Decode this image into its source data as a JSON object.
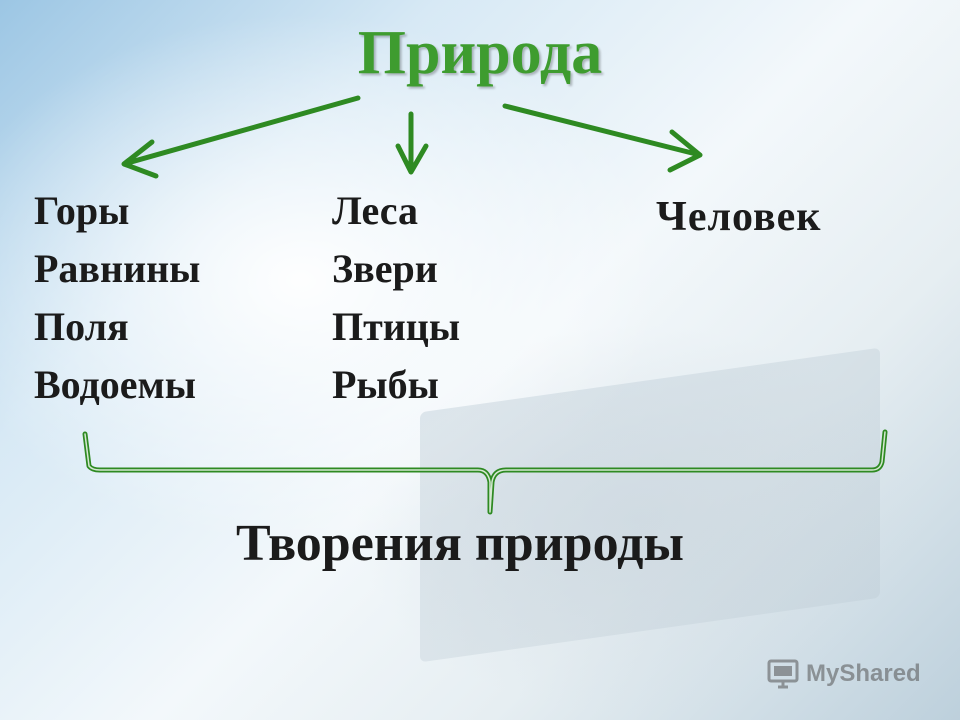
{
  "title": "Природа",
  "columns": [
    {
      "items": [
        "Горы",
        "Равнины",
        "Поля",
        "Водоемы"
      ]
    },
    {
      "items": [
        "Леса",
        "Звери",
        "Птицы",
        "Рыбы"
      ]
    },
    {
      "items": [
        "Человек"
      ]
    }
  ],
  "bottom_label": "Творения природы",
  "watermark": "MyShared",
  "colors": {
    "accent": "#3e9c2f",
    "arrow": "#2e8a22",
    "text": "#1b1b1b"
  }
}
